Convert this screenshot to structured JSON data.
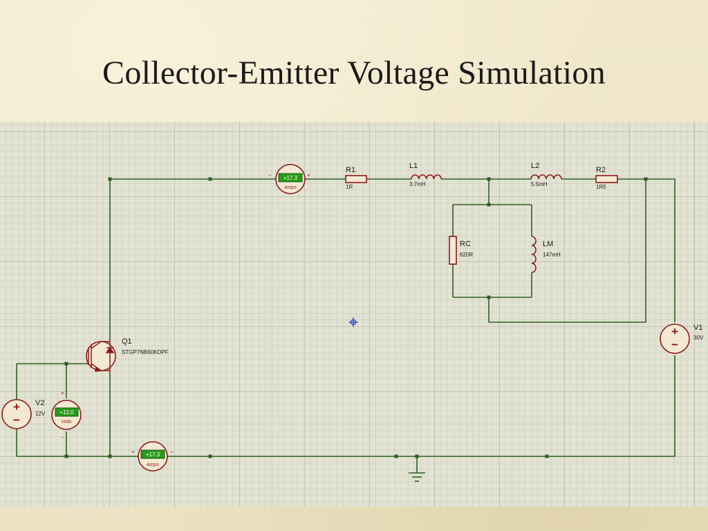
{
  "slide": {
    "title": "Collector-Emitter Voltage Simulation"
  },
  "colors": {
    "wire": "#2f5e22",
    "component": "#8b1a1a",
    "meter_display": "#2a9a1a",
    "meter_text": "#ffffff",
    "probe": "#1a3cc8"
  },
  "components": {
    "r1": {
      "name": "R1",
      "value": "1R"
    },
    "l1": {
      "name": "L1",
      "value": "3.7mH"
    },
    "l2": {
      "name": "L2",
      "value": "5.5mH"
    },
    "r2": {
      "name": "R2",
      "value": "1R5"
    },
    "rc": {
      "name": "RC",
      "value": "620R"
    },
    "lm": {
      "name": "LM",
      "value": "147mH"
    },
    "q1": {
      "name": "Q1",
      "value": "STGP7NB60KDPF"
    },
    "v1": {
      "name": "V1",
      "value": "30V"
    },
    "v2": {
      "name": "V2",
      "value": "12V"
    }
  },
  "meters": {
    "ammeter_top": {
      "reading": "+17.3",
      "unit": "Amps",
      "minus": "−",
      "plus": "+"
    },
    "ammeter_bottom": {
      "reading": "+17.3",
      "unit": "Amps",
      "minus": "−",
      "plus": "+"
    },
    "voltmeter": {
      "reading": "+12.0",
      "unit": "Volts",
      "minus": "−",
      "plus": "+"
    }
  },
  "source_signs": {
    "plus": "+",
    "minus": "−"
  }
}
